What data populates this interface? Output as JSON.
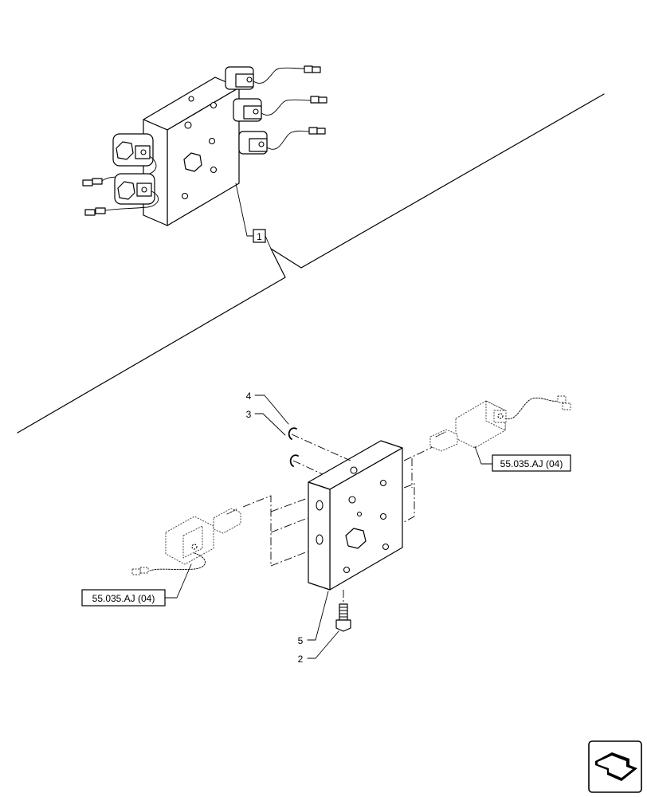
{
  "callouts": {
    "item_1": "1",
    "item_2": "2",
    "item_3": "3",
    "item_4": "4",
    "item_5": "5"
  },
  "references": {
    "right": "55.035.AJ (04)",
    "left": "55.035.AJ (04)"
  },
  "nav_icon": "next-page-arrow-icon"
}
